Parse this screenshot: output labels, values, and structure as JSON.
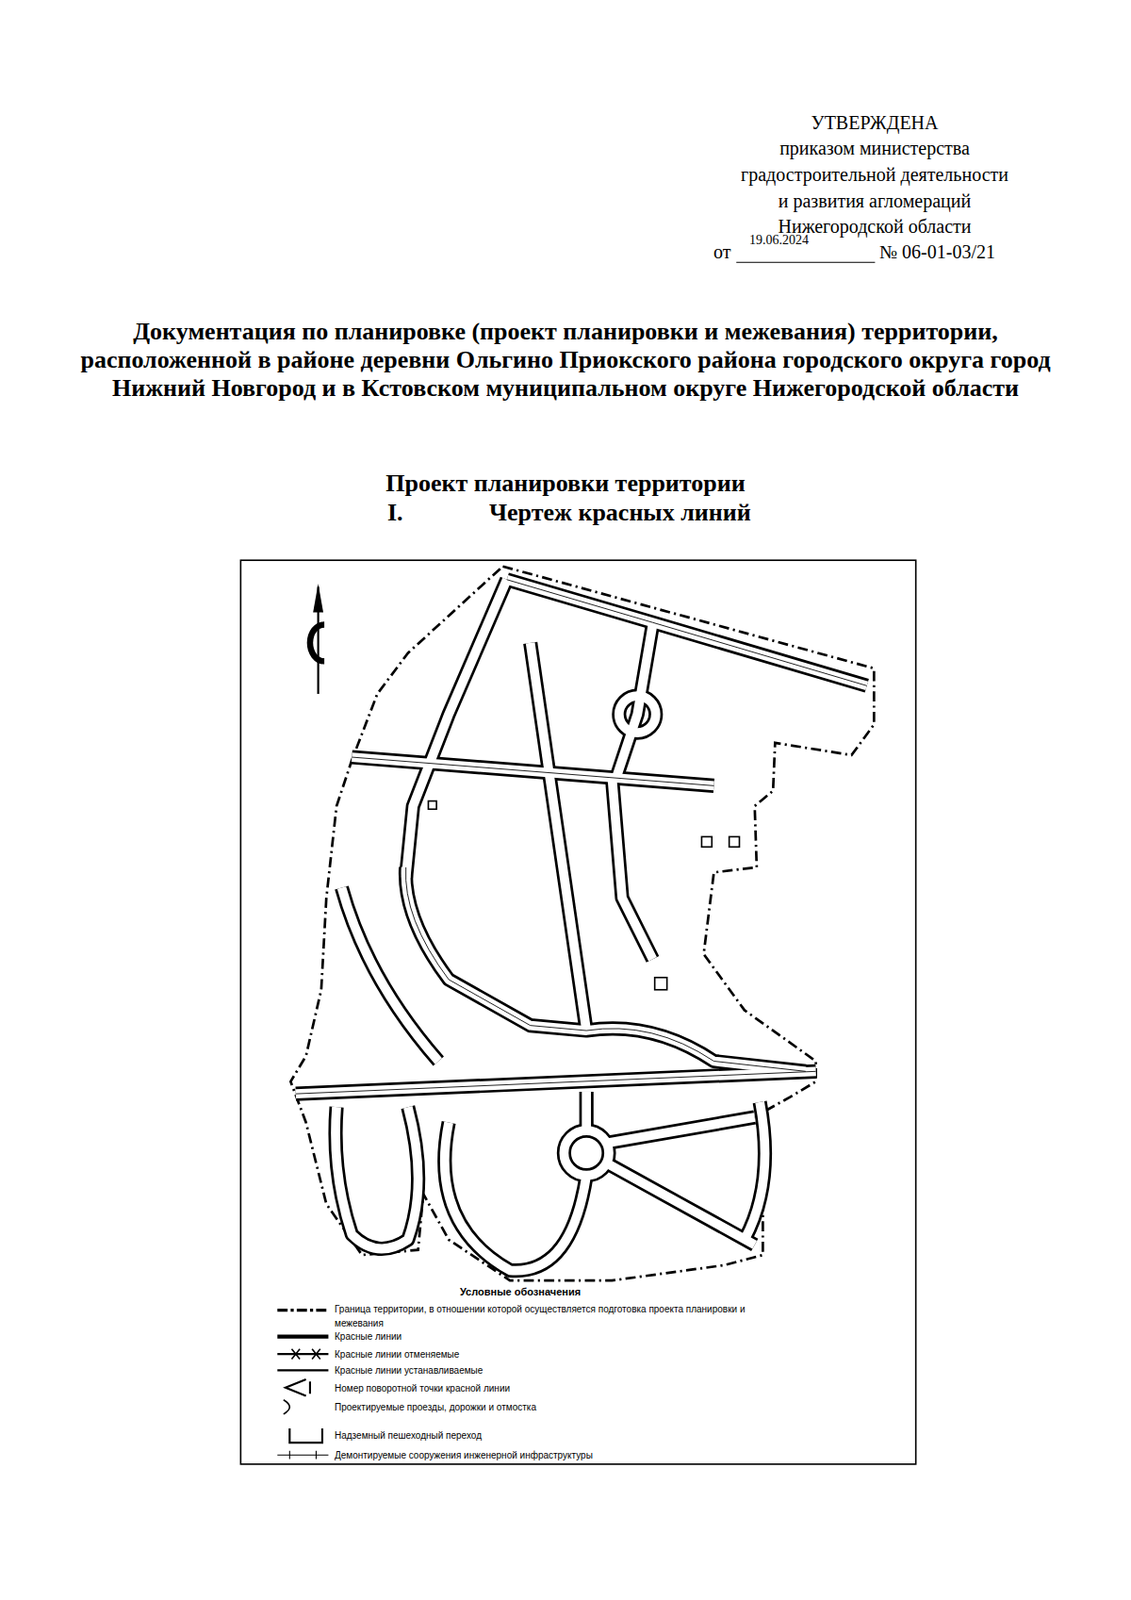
{
  "diagram": {
    "title": "Документация по планировке (проект планировки и межевания) территории, расположенной в районе деревни Ольгино Приокского района городского округа город Нижний Новгород и в Кстовском муниципальном округе Нижегородской области",
    "labels": [
      "УТВЕРЖДЕНА",
      "приказом министерства",
      "градостроительной деятельности",
      "и развития агломераций",
      "Нижегородской области",
      "от",
      "19.06.2024",
      "№ 06-01-03/21",
      "Проект планировки территории",
      "I.",
      "Чертеж красных линий",
      "Условные обозначения"
    ],
    "legend": [
      {
        "text": "Граница территории, в отношении которой осуществляется подготовка проекта планировки и межевания"
      },
      {
        "text": "Красные линии"
      },
      {
        "text": "Красные линии отменяемые"
      },
      {
        "text": "Красные линии устанавливаемые"
      },
      {
        "text": "Номер поворотной точки красной линии"
      },
      {
        "text": "Проектируемые проезды, дорожки и отмостка"
      },
      {
        "text": "Надземный пешеходный переход"
      },
      {
        "text": "Демонтируемые сооружения инженерной инфраструктуры"
      }
    ]
  }
}
